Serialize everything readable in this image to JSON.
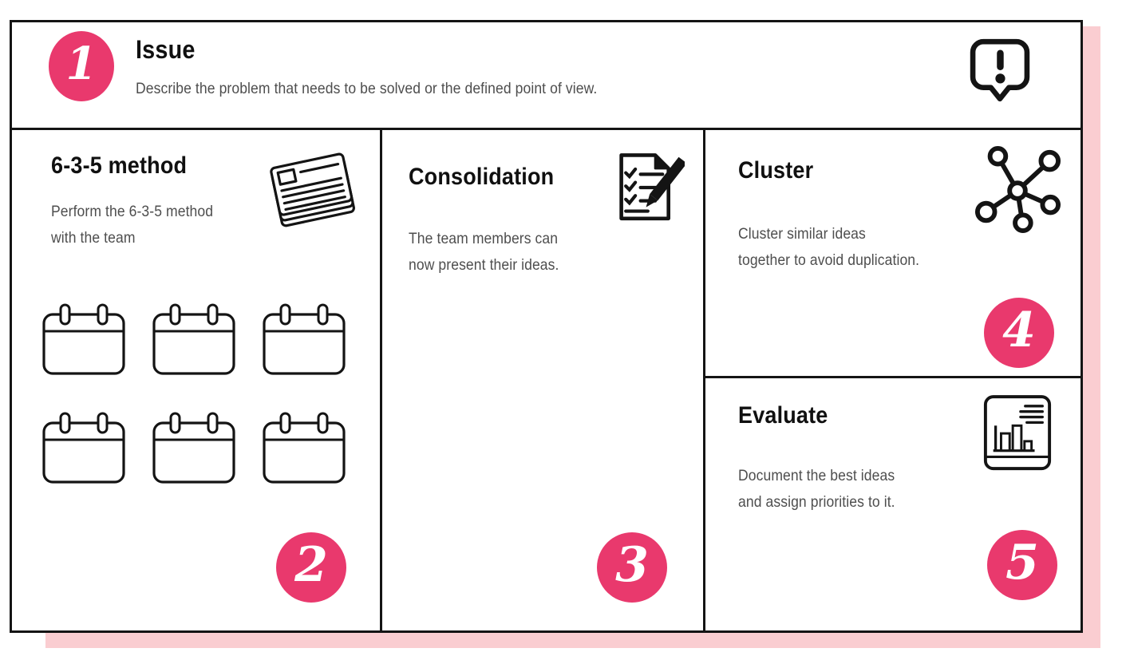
{
  "colors": {
    "accent": "#e9396d",
    "shadow": "#facdd1",
    "line": "#141414",
    "body_text": "#4e4e4e"
  },
  "board": {
    "issue": {
      "step": "1",
      "title": "Issue",
      "description": "Describe the problem that needs to be solved or the defined point of view.",
      "icon": "speech-bubble-exclamation-icon"
    },
    "method": {
      "step": "2",
      "title": "6-3-5 method",
      "description": "Perform the 6-3-5 method\nwith the team",
      "icon": "paper-stack-icon",
      "worksheets": {
        "icon": "calendar-icon",
        "count": 6
      }
    },
    "consolidation": {
      "step": "3",
      "title": "Consolidation",
      "description": "The team members can\nnow present their ideas.",
      "icon": "checklist-pencil-icon"
    },
    "cluster": {
      "step": "4",
      "title": "Cluster",
      "description": "Cluster similar ideas\ntogether to avoid duplication.",
      "icon": "network-cluster-icon"
    },
    "evaluate": {
      "step": "5",
      "title": "Evaluate",
      "description": "Document the best ideas\nand assign priorities to it.",
      "icon": "report-bar-chart-icon"
    }
  }
}
